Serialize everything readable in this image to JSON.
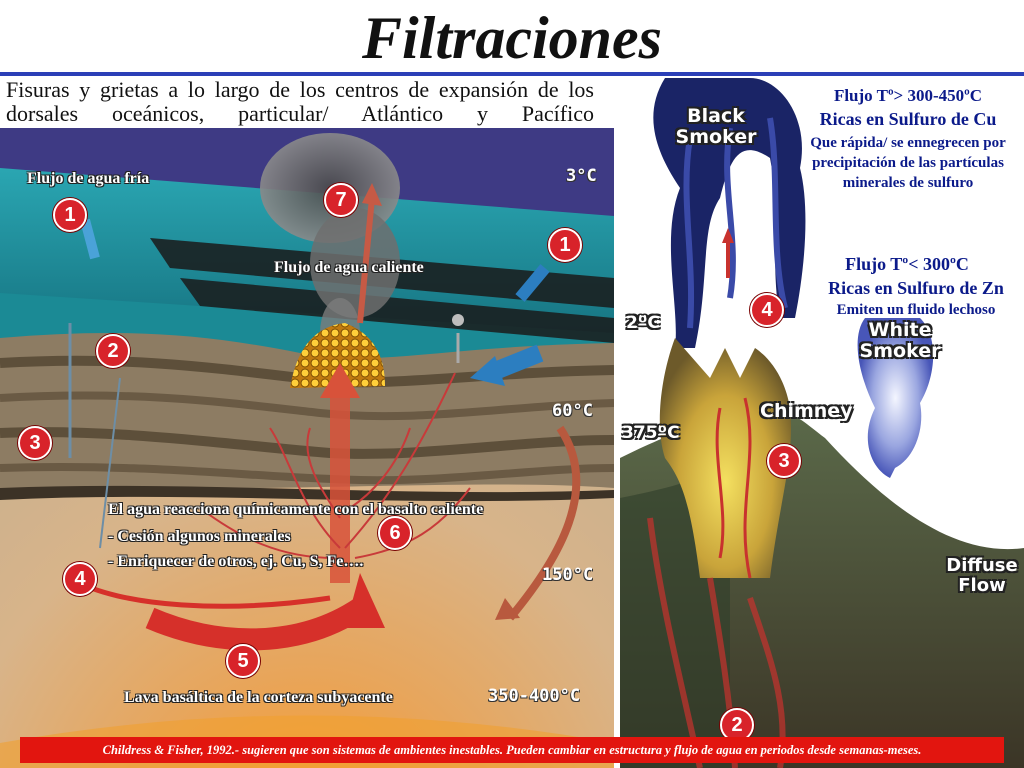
{
  "title": "Filtraciones",
  "intro": "Fisuras y grietas a lo largo de los centros de expansión de los dorsales oceánicos, particular/ Atlántico y Pacífico",
  "left": {
    "cold_flow": "Flujo de agua fría",
    "hot_flow": "Flujo de agua caliente",
    "reaction": "El agua reacciona químicamente con el basalto caliente",
    "bullet1": "- Cesión algunos minerales",
    "bullet2": "- Enriquecer de otros, ej. Cu, S, Fe….",
    "lava": "Lava basáltica de la corteza subyacente",
    "temps": [
      "3°C",
      "60°C",
      "150°C",
      "350-400°C"
    ],
    "badges": [
      "1",
      "1",
      "2",
      "3",
      "4",
      "5",
      "6",
      "7"
    ]
  },
  "right": {
    "black_smoker": "Black\nSmoker",
    "white_smoker": "White\nSmoker",
    "chimney": "Chimney",
    "diffuse_flow": "Diffuse\nFlow",
    "temp_2c": "2ºC",
    "temp_375c": "375ºC",
    "flow_hot": "Flujo Tº> 300-450ºC",
    "rich_cu": "Ricas en Sulfuro de Cu",
    "cu_desc": "Que rápida/ se ennegrecen por\nprecipitación de las partículas\nminerales de sulfuro",
    "flow_warm": "Flujo Tº< 300ºC",
    "rich_zn": "Ricas en Sulfuro de Zn",
    "zn_desc": "Emiten un fluido lechoso",
    "badges": [
      "2",
      "3",
      "4"
    ]
  },
  "footer": "Childress & Fisher, 1992.- sugieren que son sistemas de ambientes inestables. Pueden cambiar en estructura y flujo de agua en periodos desde semanas-meses.",
  "colors": {
    "rule": "#2b3fb7",
    "footer": "#e2150f",
    "badge": "#d8232a",
    "label_blue": "#0b1a8a"
  }
}
